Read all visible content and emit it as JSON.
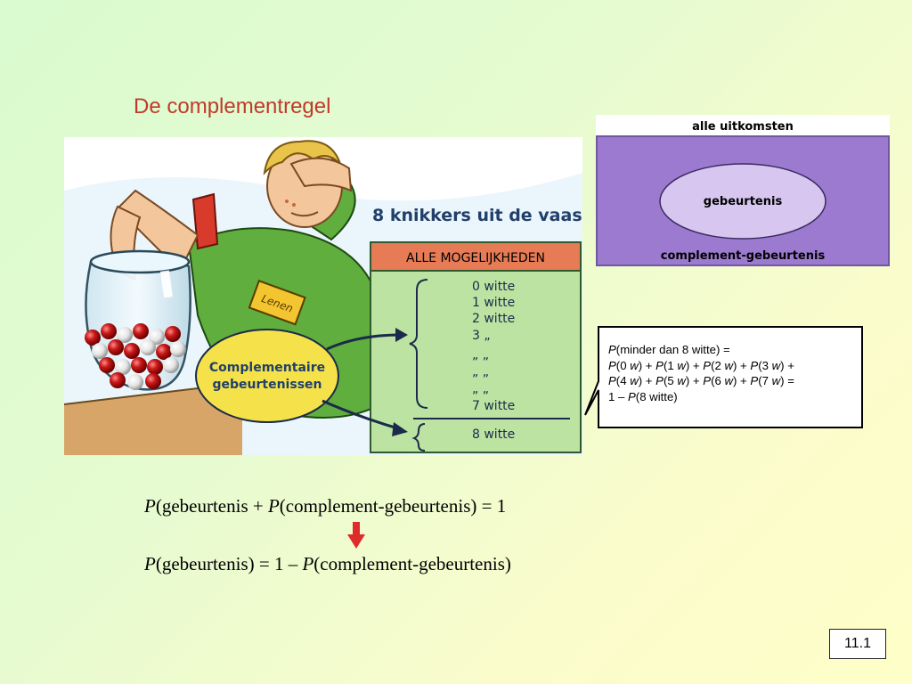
{
  "slide": {
    "title": "De complementregel",
    "page_number": "11.1"
  },
  "illustration": {
    "headline": "8 knikkers uit de vaas",
    "table_header": "ALLE MOGELIJKHEDEN",
    "rows": [
      "0  witte",
      "1  witte",
      "2  witte",
      "3   „",
      "„   „",
      "„   „",
      "„   „",
      "7  witte"
    ],
    "last_row": "8  witte",
    "ellipse_line1": "Complementaire",
    "ellipse_line2": "gebeurtenissen",
    "badge": "Lenen"
  },
  "venn": {
    "header": "alle uitkomsten",
    "inner": "gebeurtenis",
    "outer": "complement-gebeurtenis",
    "colors": {
      "outer": "#9b7ad0",
      "inner": "#d7c6ef"
    }
  },
  "bubble": {
    "p1": "P",
    "t1": "(minder dan 8 witte) =",
    "t2": "(0 ",
    "t3": ") + ",
    "t4": "(1 ",
    "t5": ") + ",
    "t6": "(2 ",
    "t7": ") + ",
    "t8": "(3 ",
    "t9": ") +",
    "t10": "(4 ",
    "t11": ") + ",
    "t12": "(5 ",
    "t13": ") + ",
    "t14": "(6 ",
    "t15": ") + ",
    "t16": "(7 ",
    "t17": ") =",
    "t18": "1 – ",
    "t19": "(8 witte)",
    "w": "w"
  },
  "formulas": {
    "f1_a": "(gebeurtenis + ",
    "f1_b": "(complement-gebeurtenis) = 1",
    "f2_a": "(gebeurtenis) = 1 – ",
    "f2_b": "(complement-gebeurtenis)",
    "P": "P"
  }
}
